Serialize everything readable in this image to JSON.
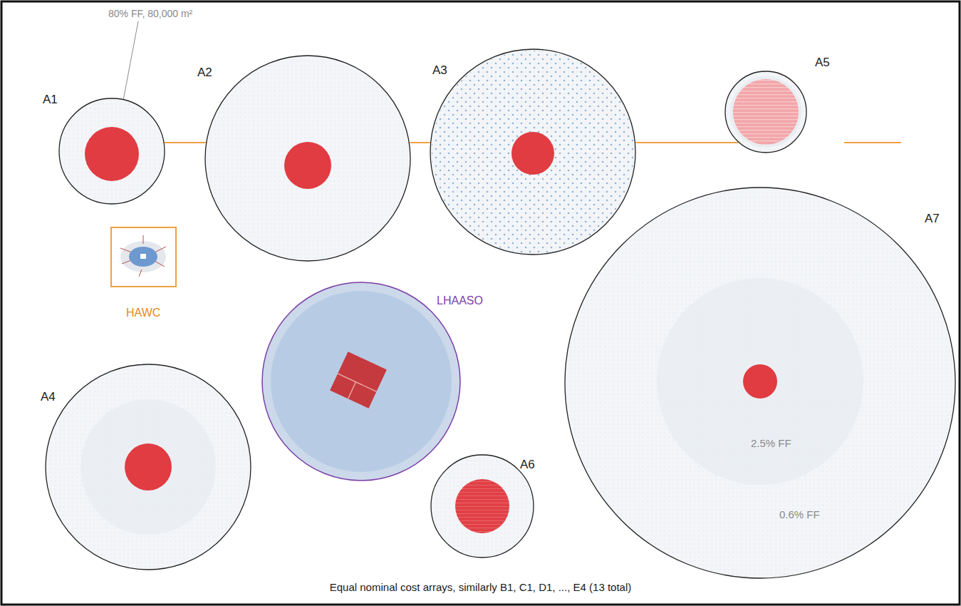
{
  "diagram": {
    "caption": "Equal nominal cost arrays, similarly B1, C1, D1, ..., E4 (13 total)",
    "nodes": [
      {
        "text": [
          "A1"
        ]
      },
      {
        "text": [
          "A2"
        ]
      },
      {
        "text": [
          "A3"
        ]
      },
      {
        "text": [
          "A5"
        ]
      },
      {
        "text": [
          "A7",
          "2.5% FF",
          "0.6% FF"
        ]
      },
      {
        "text": [
          "HAWC"
        ]
      },
      {
        "text": [
          "LHAASO"
        ]
      },
      {
        "text": [
          "A4"
        ]
      },
      {
        "text": [
          "A6"
        ]
      }
    ],
    "edges": [
      {
        "from": 0,
        "to": 1,
        "arrow": "none"
      },
      {
        "from": 1,
        "to": 2,
        "arrow": "none"
      },
      {
        "from": 2,
        "to": 3,
        "arrow": "none"
      }
    ],
    "labels": [
      "80% FF, 80,000 m²"
    ]
  }
}
